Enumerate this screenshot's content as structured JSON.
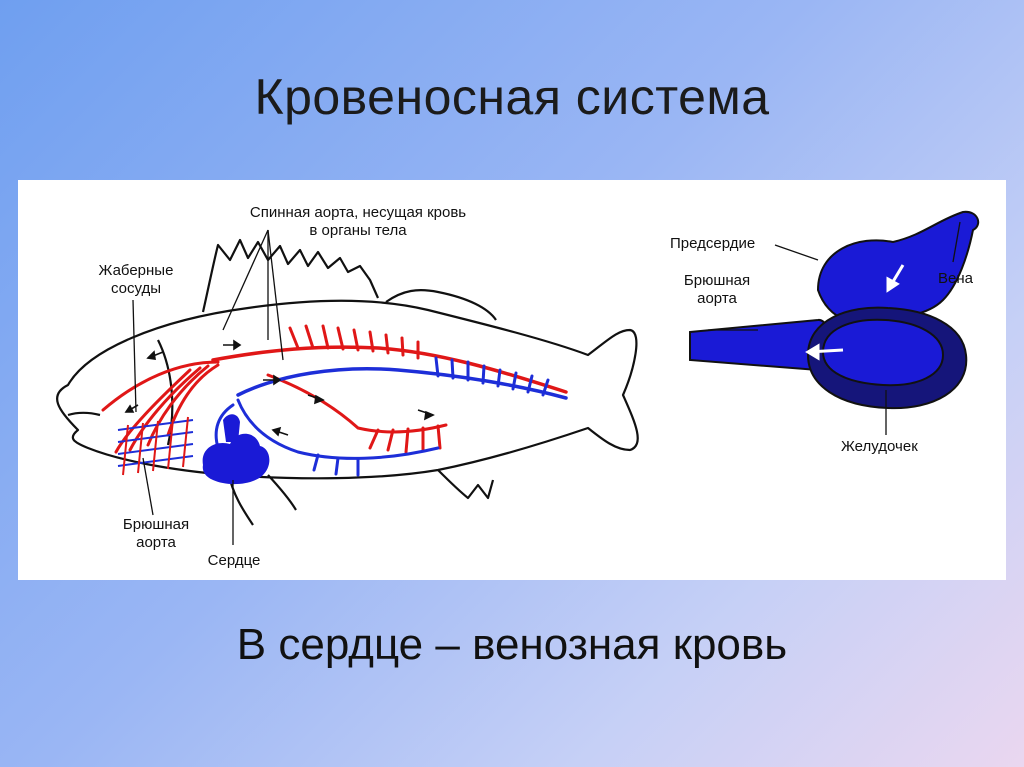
{
  "title": "Кровеносная система",
  "caption": "В сердце – венозная кровь",
  "colors": {
    "arterial": "#e01717",
    "venous": "#1d2ed8",
    "heart": "#1a1ad6",
    "outline": "#111111"
  },
  "labels": {
    "dorsal_aorta_1": "Спинная аорта, несущая кровь",
    "dorsal_aorta_2": "в органы тела",
    "gill_vessels_1": "Жаберные",
    "gill_vessels_2": "сосуды",
    "ventral_aorta_fish_1": "Брюшная",
    "ventral_aorta_fish_2": "аорта",
    "heart": "Сердце",
    "atrium": "Предсердие",
    "ventral_aorta_heart_1": "Брюшная",
    "ventral_aorta_heart_2": "аорта",
    "vein": "Вена",
    "ventricle": "Желудочек"
  }
}
